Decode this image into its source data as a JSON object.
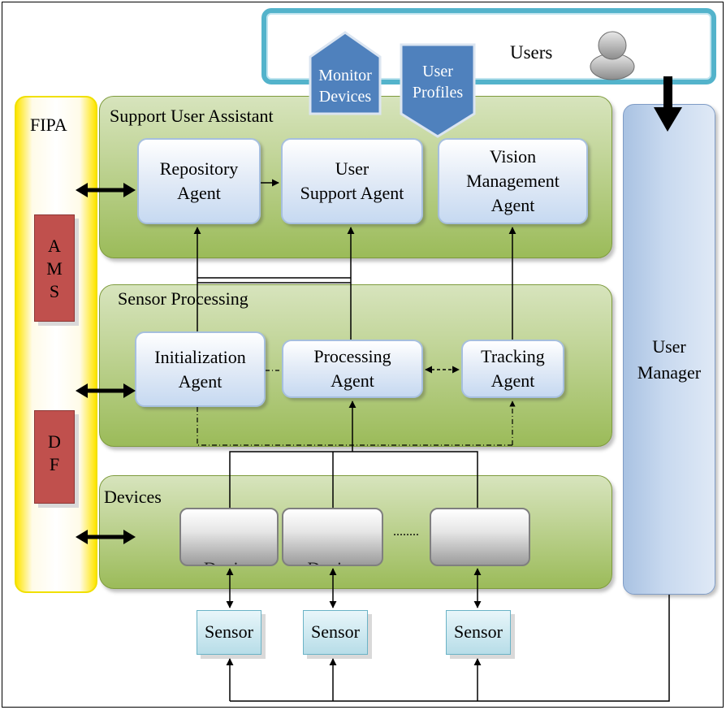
{
  "users": {
    "label": "Users",
    "monitor_devices": [
      "Monitor",
      "Devices"
    ],
    "user_profiles": [
      "User",
      "Profiles"
    ]
  },
  "fipa": {
    "label": "FIPA",
    "ams": [
      "A",
      "M",
      "S"
    ],
    "df": [
      "D",
      "F"
    ]
  },
  "support_panel": {
    "title": "Support User Assistant",
    "repository_agent": [
      "Repository",
      "Agent"
    ],
    "user_support_agent": [
      "User",
      "Support Agent"
    ],
    "vision_management_agent": [
      "Vision",
      "Management",
      "Agent"
    ]
  },
  "sensor_panel": {
    "title": "Sensor Processing",
    "initialization_agent": [
      "Initialization",
      "Agent"
    ],
    "processing_agent": [
      "Processing",
      "Agent"
    ],
    "tracking_agent": [
      "Tracking",
      "Agent"
    ]
  },
  "devices_panel": {
    "title": "Devices",
    "device_label": "Device",
    "ellipsis": "........"
  },
  "user_manager": [
    "User",
    "Manager"
  ],
  "sensor_label": "Sensor",
  "colors": {
    "users_border": "#53b3cb",
    "fipa_yellow": "#ffe500",
    "red_box": "#c0504d",
    "green_panel": "#9bbb59",
    "agent_blue": "#c6d9f1",
    "pentagon_blue": "#4f81bd",
    "user_manager_blue": "#a9c2e2",
    "sensor_cyan": "#b7dde8"
  },
  "icons": {
    "user": "user-silhouette-icon"
  }
}
